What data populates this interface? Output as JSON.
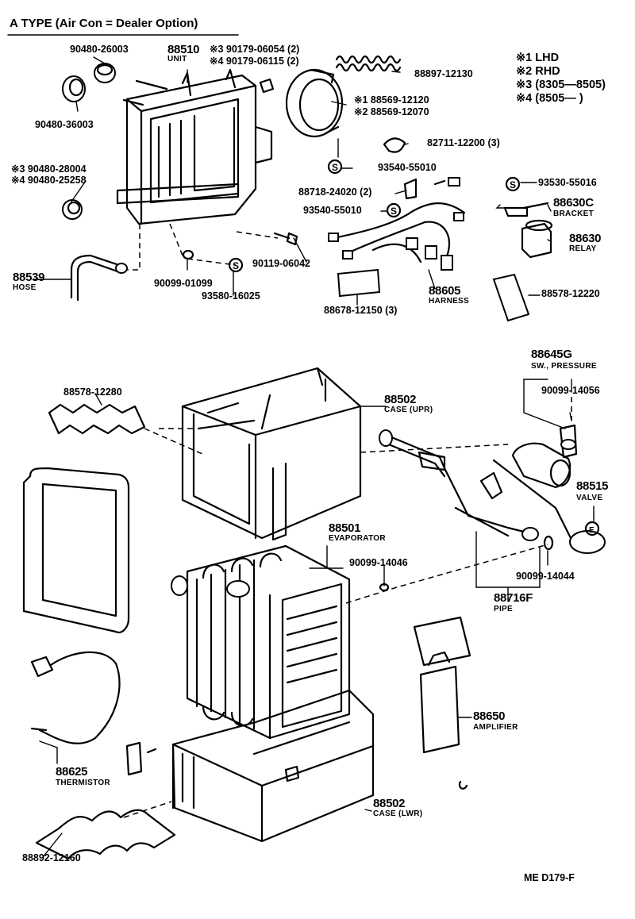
{
  "header": {
    "title": "A  TYPE (Air Con = Dealer Option)"
  },
  "legend": [
    "※1 LHD",
    "※2 RHD",
    "※3 (8305—8505)",
    "※4 (8505—        )"
  ],
  "labels": {
    "p1": "90480-26003",
    "p2": "90480-36003",
    "p3": "88510",
    "p3s": "UNIT",
    "p4": "※3 90179-06054 (2)",
    "p5": "※4 90179-06115 (2)",
    "p6": "88897-12130",
    "p7": "※1 88569-12120",
    "p8": "※2 88569-12070",
    "p9": "82711-12200 (3)",
    "p10": "93540-55010",
    "p11": "※3 90480-28004",
    "p12": "※4 90480-25258",
    "p13": "88718-24020 (2)",
    "p14": "93540-55010",
    "p15": "93530-55016",
    "p16": "88630C",
    "p16s": "BRACKET",
    "p17": "88630",
    "p17s": "RELAY",
    "p18": "90119-06042",
    "p19": "88539",
    "p19s": "HOSE",
    "p20": "90099-01099",
    "p21": "93580-16025",
    "p22": "88605",
    "p22s": "HARNESS",
    "p23": "88678-12150 (3)",
    "p24": "88578-12220",
    "p25": "88645G",
    "p25s": "SW., PRESSURE",
    "p26": "90099-14056",
    "p27": "88578-12280",
    "p28": "88502",
    "p28s": "CASE (UPR)",
    "p29": "88515",
    "p29s": "VALVE",
    "p30": "88501",
    "p30s": "EVAPORATOR",
    "p31": "90099-14046",
    "p32": "90099-14044",
    "p33": "88716F",
    "p33s": "PIPE",
    "p34": "88650",
    "p34s": "AMPLIFIER",
    "p35": "88625",
    "p35s": "THERMISTOR",
    "p36": "88502",
    "p36s": "CASE (LWR)",
    "p37": "88892-12160"
  },
  "footer": {
    "code": "ME  D179-F"
  }
}
